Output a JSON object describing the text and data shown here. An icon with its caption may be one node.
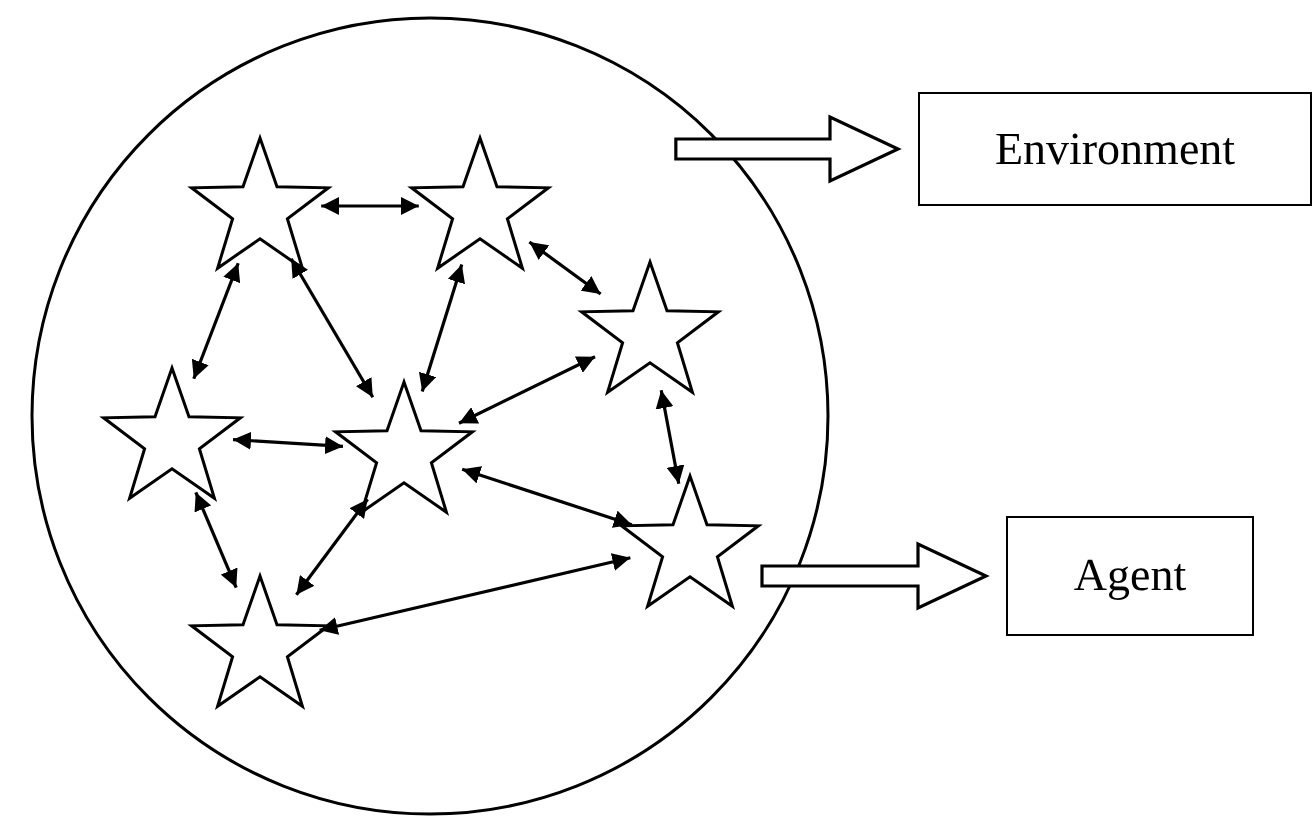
{
  "diagram": {
    "nodes": [
      {
        "text": [],
        "shape": "circle"
      },
      {
        "text": [],
        "shape": "star",
        "in": 0
      },
      {
        "text": [],
        "shape": "star",
        "in": 0
      },
      {
        "text": [],
        "shape": "star",
        "in": 0
      },
      {
        "text": [],
        "shape": "star",
        "in": 0
      },
      {
        "text": [],
        "shape": "star",
        "in": 0
      },
      {
        "text": [],
        "shape": "star",
        "in": 0
      },
      {
        "text": [],
        "shape": "star",
        "in": 0
      },
      {
        "text": [
          "Environment"
        ]
      },
      {
        "text": [
          "Agent"
        ]
      }
    ],
    "edges": [
      {
        "from": 1,
        "to": 2,
        "arrow": "both"
      },
      {
        "from": 2,
        "to": 3,
        "arrow": "both"
      },
      {
        "from": 1,
        "to": 4,
        "arrow": "both"
      },
      {
        "from": 1,
        "to": 5,
        "arrow": "both"
      },
      {
        "from": 2,
        "to": 5,
        "arrow": "both"
      },
      {
        "from": 3,
        "to": 5,
        "arrow": "both"
      },
      {
        "from": 3,
        "to": 6,
        "arrow": "both"
      },
      {
        "from": 4,
        "to": 5,
        "arrow": "both"
      },
      {
        "from": 4,
        "to": 7,
        "arrow": "both"
      },
      {
        "from": 5,
        "to": 6,
        "arrow": "both"
      },
      {
        "from": 5,
        "to": 7,
        "arrow": "both"
      },
      {
        "from": 7,
        "to": 6,
        "arrow": "both"
      },
      {
        "from": 0,
        "to": 8,
        "arrow": "to",
        "style": "thick"
      },
      {
        "from": 6,
        "to": 9,
        "arrow": "to",
        "style": "thick"
      }
    ]
  }
}
